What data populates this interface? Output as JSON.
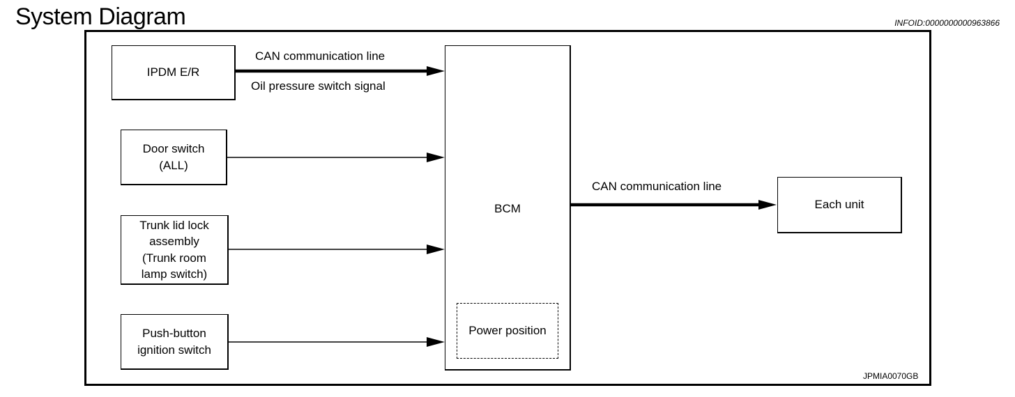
{
  "header": {
    "title": "System Diagram",
    "info_id": "INFOID:0000000000963866"
  },
  "diagram": {
    "bcm": {
      "label": "BCM",
      "sub_block": "Power position"
    },
    "inputs": [
      {
        "label": "IPDM E/R",
        "signal_top": "CAN communication line",
        "signal_bottom": "Oil pressure switch signal",
        "line": "thick"
      },
      {
        "label": "Door switch\n(ALL)",
        "line": "thin"
      },
      {
        "label": "Trunk lid lock\nassembly\n(Trunk room\nlamp switch)",
        "line": "thin"
      },
      {
        "label": "Push-button\nignition switch",
        "line": "thin"
      }
    ],
    "output": {
      "label": "Each unit",
      "signal": "CAN communication line",
      "line": "thick"
    },
    "figure_id": "JPMIA0070GB"
  }
}
